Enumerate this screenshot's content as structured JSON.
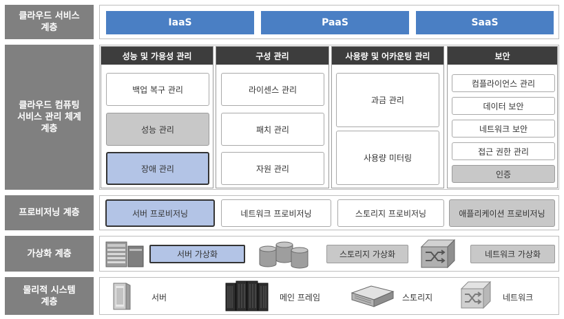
{
  "layers": {
    "cloud_service": "클라우드 서비스\n계층",
    "management": "클라우드 컴퓨팅\n서비스 관리 체계\n계층",
    "provisioning": "프로비저닝 계층",
    "virtualization": "가상화 계층",
    "physical": "물리적 시스템\n계층"
  },
  "services": [
    "IaaS",
    "PaaS",
    "SaaS"
  ],
  "management": {
    "performance": {
      "title": "성능 및 가용성 관리",
      "items": [
        "백업 복구 관리",
        "성능 관리",
        "장애 관리"
      ]
    },
    "configuration": {
      "title": "구성 관리",
      "items": [
        "라이센스 관리",
        "패치 관리",
        "자원 관리"
      ]
    },
    "metering": {
      "title": "사용량 및 어카운팅 관리",
      "items": [
        "과금 관리",
        "사용량 미터링"
      ]
    },
    "security": {
      "title": "보안",
      "items": [
        "컴플라이언스 관리",
        "데이터 보안",
        "네트워크 보안",
        "접근 권한 관리",
        "인증"
      ]
    }
  },
  "provisioning": [
    "서버 프로비저닝",
    "네트워크 프로비저닝",
    "스토리지 프로비저닝",
    "애플리케이션 프로비저닝"
  ],
  "virtualization": [
    "서버 가상화",
    "스토리지 가상화",
    "네트워크 가상화"
  ],
  "physical": [
    "서버",
    "메인 프레임",
    "스토리지",
    "네트워크"
  ],
  "colors": {
    "label_bg": "#808080",
    "service_blue": "#4a7fc4",
    "highlight_blue": "#b3c4e6",
    "gray_box": "#c8c8c8",
    "header_dark": "#3d3d3d"
  }
}
